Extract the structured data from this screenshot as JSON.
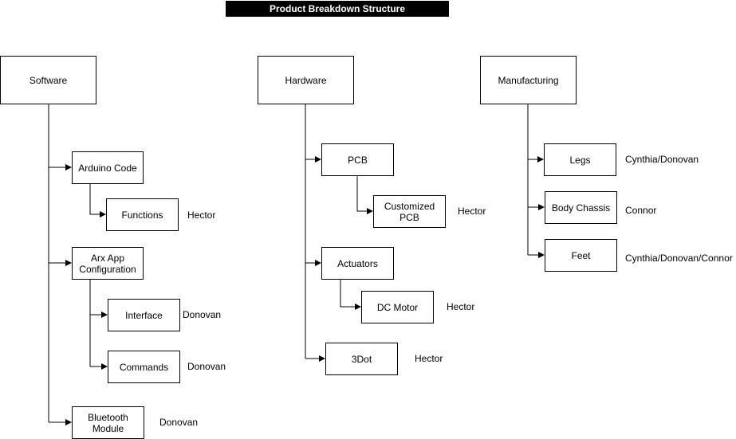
{
  "title": "Product Breakdown Structure",
  "categories": {
    "software": {
      "label": "Software",
      "children": {
        "arduino_code": {
          "label": "Arduino Code",
          "functions": {
            "label": "Functions",
            "owner": "Hector"
          }
        },
        "arx_app": {
          "label": "Arx App\nConfiguration",
          "interface": {
            "label": "Interface",
            "owner": "Donovan"
          },
          "commands": {
            "label": "Commands",
            "owner": "Donovan"
          }
        },
        "bluetooth": {
          "label": "Bluetooth\nModule",
          "owner": "Donovan"
        }
      }
    },
    "hardware": {
      "label": "Hardware",
      "children": {
        "pcb": {
          "label": "PCB",
          "customized_pcb": {
            "label": "Customized\nPCB",
            "owner": "Hector"
          }
        },
        "actuators": {
          "label": "Actuators",
          "dc_motor": {
            "label": "DC Motor",
            "owner": "Hector"
          }
        },
        "three_dot": {
          "label": "3Dot",
          "owner": "Hector"
        }
      }
    },
    "manufacturing": {
      "label": "Manufacturing",
      "children": {
        "legs": {
          "label": "Legs",
          "owner": "Cynthia/Donovan"
        },
        "body_chassis": {
          "label": "Body Chassis",
          "owner": "Connor"
        },
        "feet": {
          "label": "Feet",
          "owner": "Cynthia/Donovan/Connor"
        }
      }
    }
  }
}
